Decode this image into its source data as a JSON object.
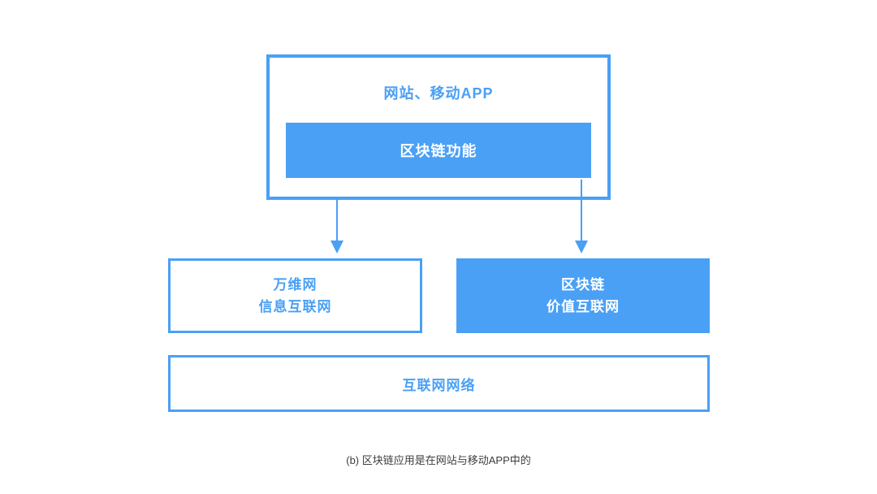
{
  "colors": {
    "accent": "#4aa0f5",
    "filled_text": "#ffffff",
    "caption_text": "#3d3d3d",
    "background": "#ffffff"
  },
  "diagram": {
    "app_container": {
      "label": "网站、移动APP"
    },
    "blockchain_function": {
      "label": "区块链功能"
    },
    "www_box": {
      "line1": "万维网",
      "line2": "信息互联网"
    },
    "blockchain_box": {
      "line1": "区块链",
      "line2": "价值互联网"
    },
    "internet_box": {
      "label": "互联网网络"
    },
    "arrows": [
      {
        "name": "app-to-www",
        "from": "网站、移动APP",
        "to": "万维网 信息互联网"
      },
      {
        "name": "blockchain-function-to-blockchain",
        "from": "区块链功能",
        "to": "区块链 价值互联网"
      }
    ],
    "caption": "(b) 区块链应用是在网站与移动APP中的"
  }
}
